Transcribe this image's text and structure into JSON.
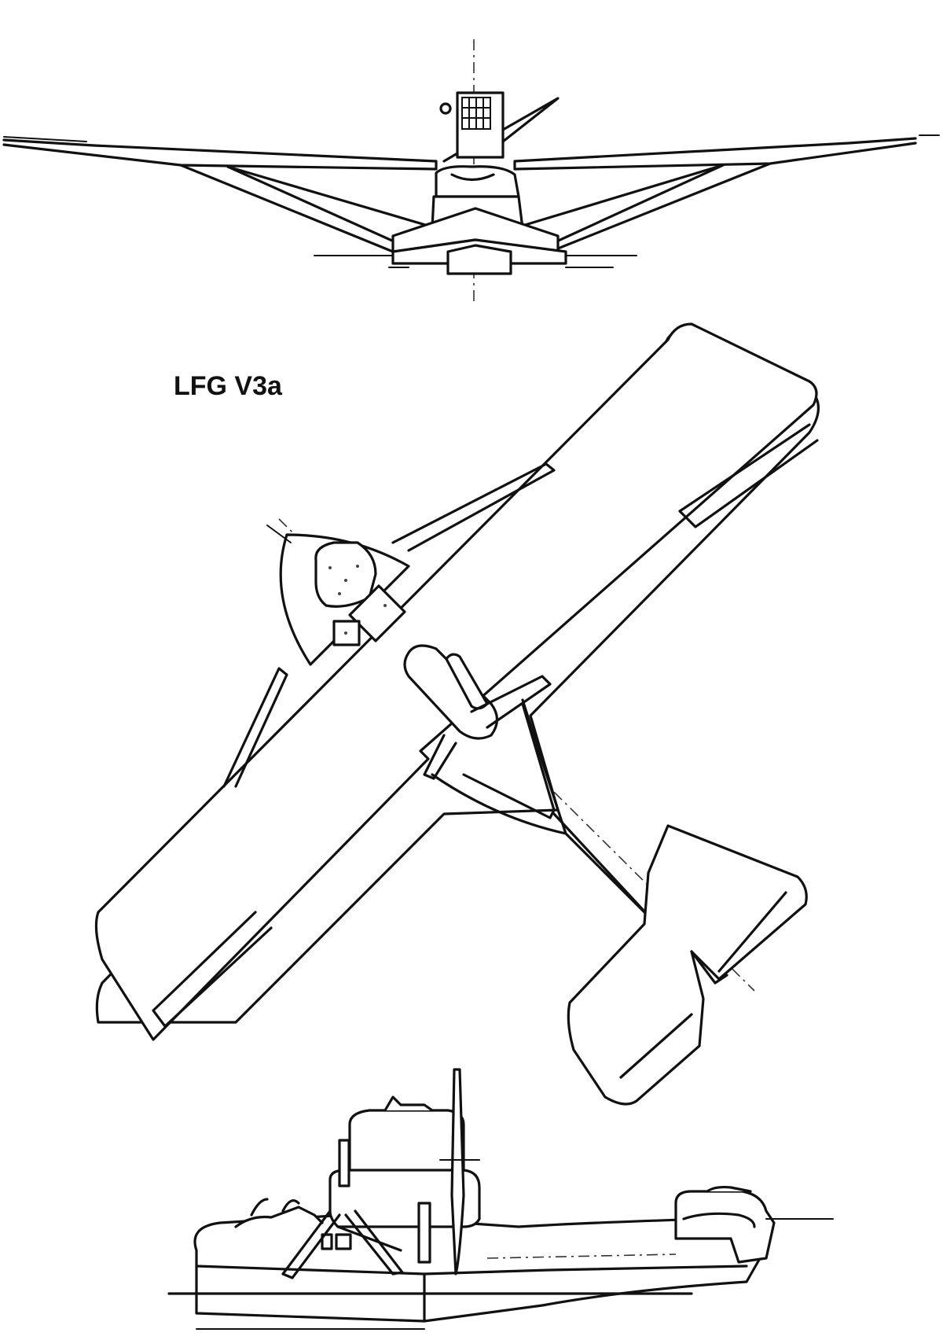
{
  "drawing": {
    "title": "LFG V3a",
    "views": [
      "front",
      "top",
      "side"
    ],
    "colors": {
      "ink": "#111111",
      "paper": "#ffffff"
    }
  }
}
